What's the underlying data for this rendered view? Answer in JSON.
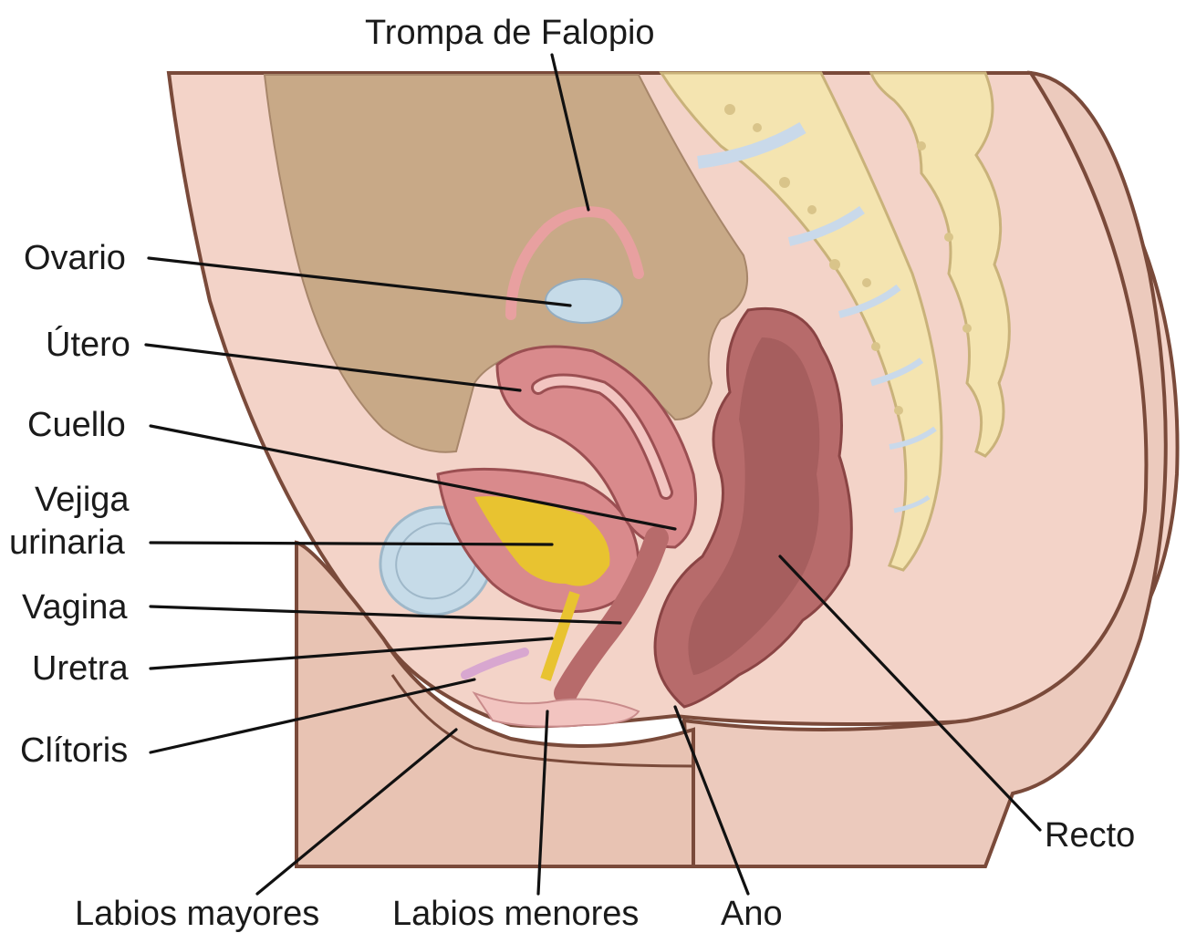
{
  "labels": {
    "fallopian_tube": "Trompa de Falopio",
    "ovary": "Ovario",
    "uterus": "Útero",
    "cervix": "Cuello",
    "bladder_line1": "Vejiga",
    "bladder_line2": "urinaria",
    "vagina": "Vagina",
    "urethra": "Uretra",
    "clitoris": "Clítoris",
    "labia_majora": "Labios mayores",
    "labia_minora": "Labios menores",
    "anus": "Ano",
    "rectum": "Recto"
  },
  "colors": {
    "skin": "#f3d3c8",
    "skin_outline": "#7a4a3a",
    "thigh": "#e8c3b3",
    "pelvic_cavity": "#c8a987",
    "bone": "#f4e4b0",
    "bone_outline": "#c9b27a",
    "disc": "#c9d9ea",
    "uterus_wall": "#d98a8c",
    "uterus_inner": "#f2c4c0",
    "urine": "#e8c330",
    "rectum_wall": "#b76b6b",
    "rectum_inner": "#a65e5e",
    "ovary": "#c6dbe8",
    "tube": "#e8a0a0"
  }
}
